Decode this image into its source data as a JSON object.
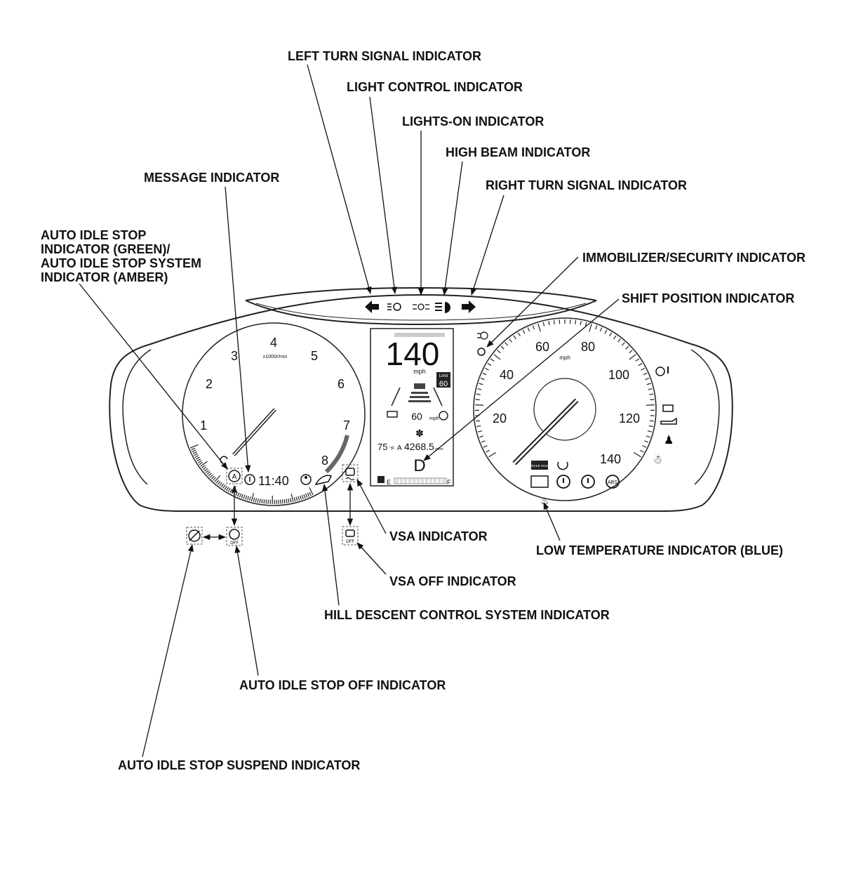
{
  "callouts": {
    "left_turn": "LEFT TURN SIGNAL INDICATOR",
    "light_control": "LIGHT CONTROL INDICATOR",
    "lights_on": "LIGHTS-ON INDICATOR",
    "high_beam": "HIGH BEAM INDICATOR",
    "right_turn": "RIGHT TURN SIGNAL INDICATOR",
    "message": "MESSAGE INDICATOR",
    "auto_idle_line1": "AUTO IDLE STOP",
    "auto_idle_line2": "INDICATOR (GREEN)/",
    "auto_idle_line3": "AUTO IDLE STOP SYSTEM",
    "auto_idle_line4": "INDICATOR (AMBER)",
    "immobilizer": "IMMOBILIZER/SECURITY INDICATOR",
    "shift_position": "SHIFT POSITION INDICATOR",
    "vsa": "VSA INDICATOR",
    "low_temp": "LOW TEMPERATURE INDICATOR (BLUE)",
    "vsa_off": "VSA OFF INDICATOR",
    "hill_descent": "HILL DESCENT CONTROL SYSTEM INDICATOR",
    "auto_idle_off": "AUTO IDLE STOP OFF INDICATOR",
    "auto_idle_suspend": "AUTO IDLE STOP SUSPEND INDICATOR"
  },
  "tachometer": {
    "ticks": [
      "1",
      "2",
      "3",
      "4",
      "5",
      "6",
      "7",
      "8"
    ],
    "unit": "x1000r/min"
  },
  "speedometer": {
    "ticks": [
      "20",
      "40",
      "60",
      "80",
      "100",
      "120",
      "140"
    ],
    "unit": "mph"
  },
  "display": {
    "speed": "140",
    "speed_unit": "mph",
    "limit_label": "Limit",
    "limit_value": "60",
    "acc_speed": "60",
    "acc_unit": "mph",
    "outside_temp": "75",
    "temp_unit": "°F",
    "trip_label": "A",
    "trip_value": "4268.5",
    "trip_unit": "miles",
    "gear": "D",
    "fuel_empty": "E",
    "fuel_full": "F",
    "clock": "11:40"
  },
  "badges": {
    "brake_hold": "BRAKE HOLD",
    "off": "OFF",
    "abs": "ABS"
  },
  "colors": {
    "ink": "#111111",
    "line": "#222222",
    "muted": "#999999"
  }
}
